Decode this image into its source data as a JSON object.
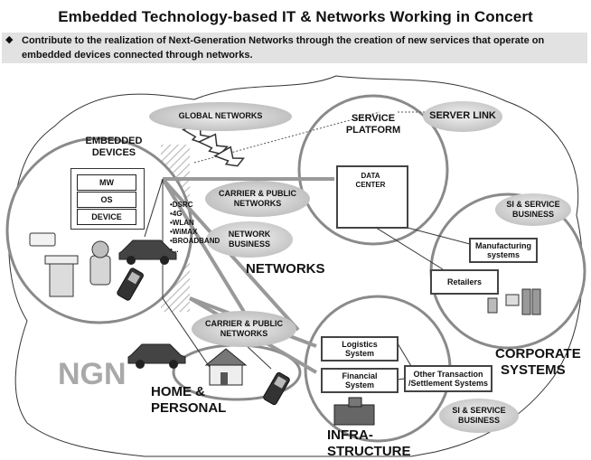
{
  "header": {
    "title": "Embedded Technology-based IT & Networks Working in Concert",
    "bullet": "◆",
    "subtitle": "Contribute to the realization of Next-Generation Networks through the creation of new services that operate on embedded devices connected through networks."
  },
  "clouds": {
    "global_networks": "GLOBAL NETWORKS",
    "carrier_public_1": [
      "CARRIER & PUBLIC",
      "NETWORKS"
    ],
    "carrier_public_2": [
      "CARRIER & PUBLIC",
      "NETWORKS"
    ],
    "network_business": [
      "NETWORK",
      "BUSINESS"
    ],
    "server_link": "SERVER LINK",
    "si_service_1": [
      "SI & SERVICE",
      "BUSINESS"
    ],
    "si_service_2": [
      "SI & SERVICE",
      "BUSINESS"
    ]
  },
  "embedded": {
    "heading": [
      "EMBEDDED",
      "DEVICES"
    ],
    "stack": [
      "MW",
      "OS",
      "DEVICE"
    ]
  },
  "network_list": [
    "•DSRC",
    "•4G",
    "•WLAN",
    "•WiMAX",
    "•BROADBAND",
    "•..."
  ],
  "service_platform": {
    "heading": [
      "SERVICE",
      "PLATFORM"
    ],
    "data_center": [
      "DATA",
      "CENTER"
    ]
  },
  "corporate": {
    "manufacturing": [
      "Manufacturing",
      "systems"
    ],
    "retailers": "Retailers",
    "heading": [
      "CORPORATE",
      "SYSTEMS"
    ]
  },
  "infrastructure": {
    "logistics": [
      "Logistics",
      "System"
    ],
    "financial": [
      "Financial",
      "System"
    ],
    "other": [
      "Other Transaction",
      "/Settlement Systems"
    ],
    "heading": [
      "INFRA-",
      "STRUCTURE"
    ]
  },
  "labels": {
    "networks": "NETWORKS",
    "ngn": "NGN",
    "home_personal": [
      "HOME &",
      "PERSONAL"
    ]
  }
}
